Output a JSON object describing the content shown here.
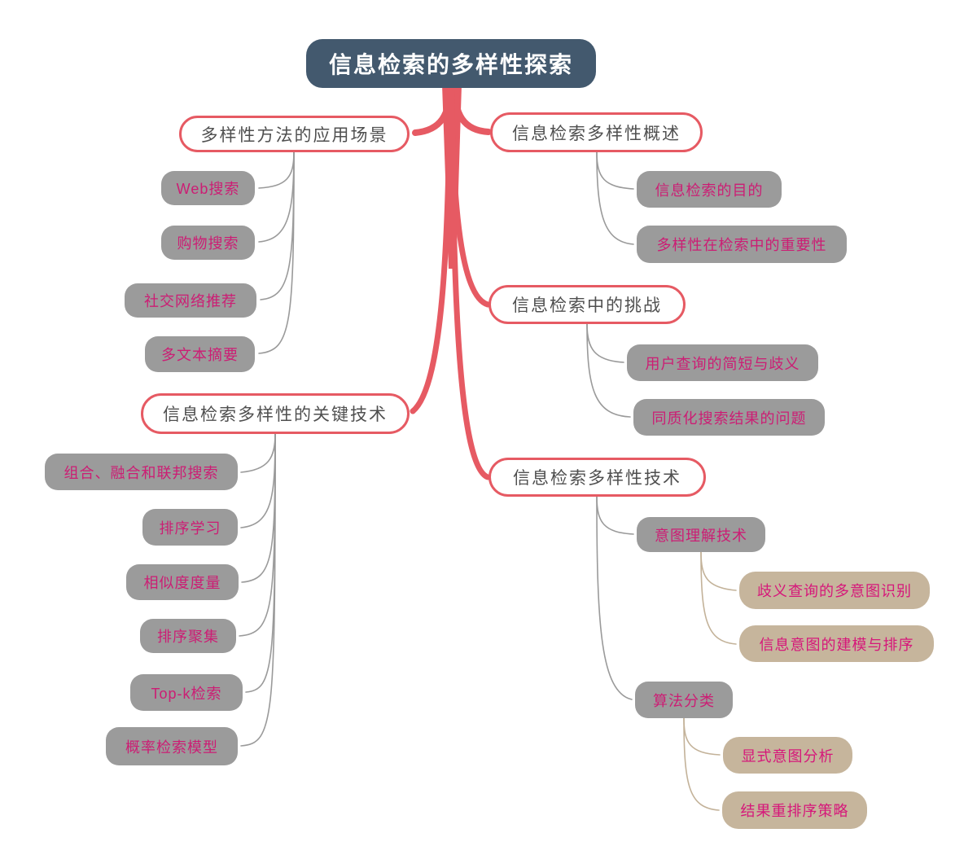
{
  "mindmap": {
    "root": "信息检索的多样性探索",
    "left": [
      {
        "topic": "多样性方法的应用场景",
        "children": [
          "Web搜索",
          "购物搜索",
          "社交网络推荐",
          "多文本摘要"
        ]
      },
      {
        "topic": "信息检索多样性的关键技术",
        "children": [
          "组合、融合和联邦搜索",
          "排序学习",
          "相似度度量",
          "排序聚集",
          "Top-k检索",
          "概率检索模型"
        ]
      }
    ],
    "right": [
      {
        "topic": "信息检索多样性概述",
        "children": [
          "信息检索的目的",
          "多样性在检索中的重要性"
        ]
      },
      {
        "topic": "信息检索中的挑战",
        "children": [
          "用户查询的简短与歧义",
          "同质化搜索结果的问题"
        ]
      },
      {
        "topic": "信息检索多样性技术",
        "children": [
          {
            "label": "意图理解技术",
            "children": [
              "歧义查询的多意图识别",
              "信息意图的建模与排序"
            ]
          },
          {
            "label": "算法分类",
            "children": [
              "显式意图分析",
              "结果重排序策略"
            ]
          }
        ]
      }
    ],
    "colors": {
      "accent_red": "#e65a63",
      "root_bg": "#43596e",
      "root_text": "#ffffff",
      "topic_text": "#4f4f4f",
      "gray_node_bg": "#9b9b9b",
      "tan_node_bg": "#c6b59c",
      "magenta_text": "#cc1d74",
      "gray_line": "#9a9a9a",
      "tan_line": "#c3b299"
    }
  }
}
